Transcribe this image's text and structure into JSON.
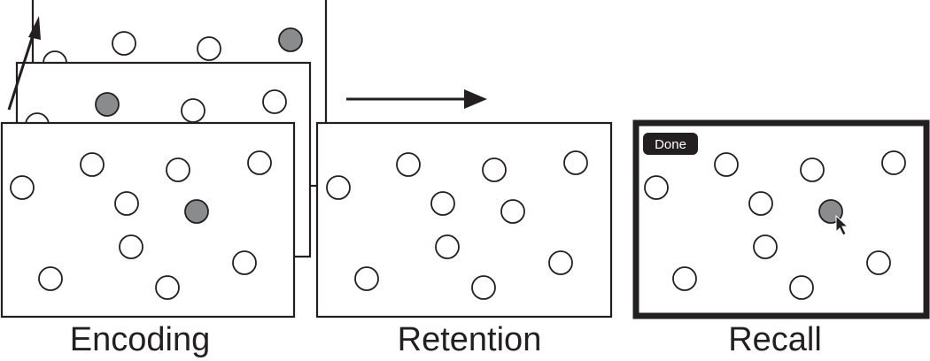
{
  "stages": [
    {
      "id": "encoding",
      "caption": "Encoding"
    },
    {
      "id": "retention",
      "caption": "Retention"
    },
    {
      "id": "recall",
      "caption": "Recall",
      "button_label": "Done"
    }
  ],
  "colors": {
    "line": "#231f20",
    "empty_dot": "#ffffff",
    "target_dot": "#8a8b8d",
    "button_bg": "#231f20",
    "button_text": "#ffffff"
  },
  "icons": [
    "arrow-icon",
    "cursor-icon"
  ]
}
